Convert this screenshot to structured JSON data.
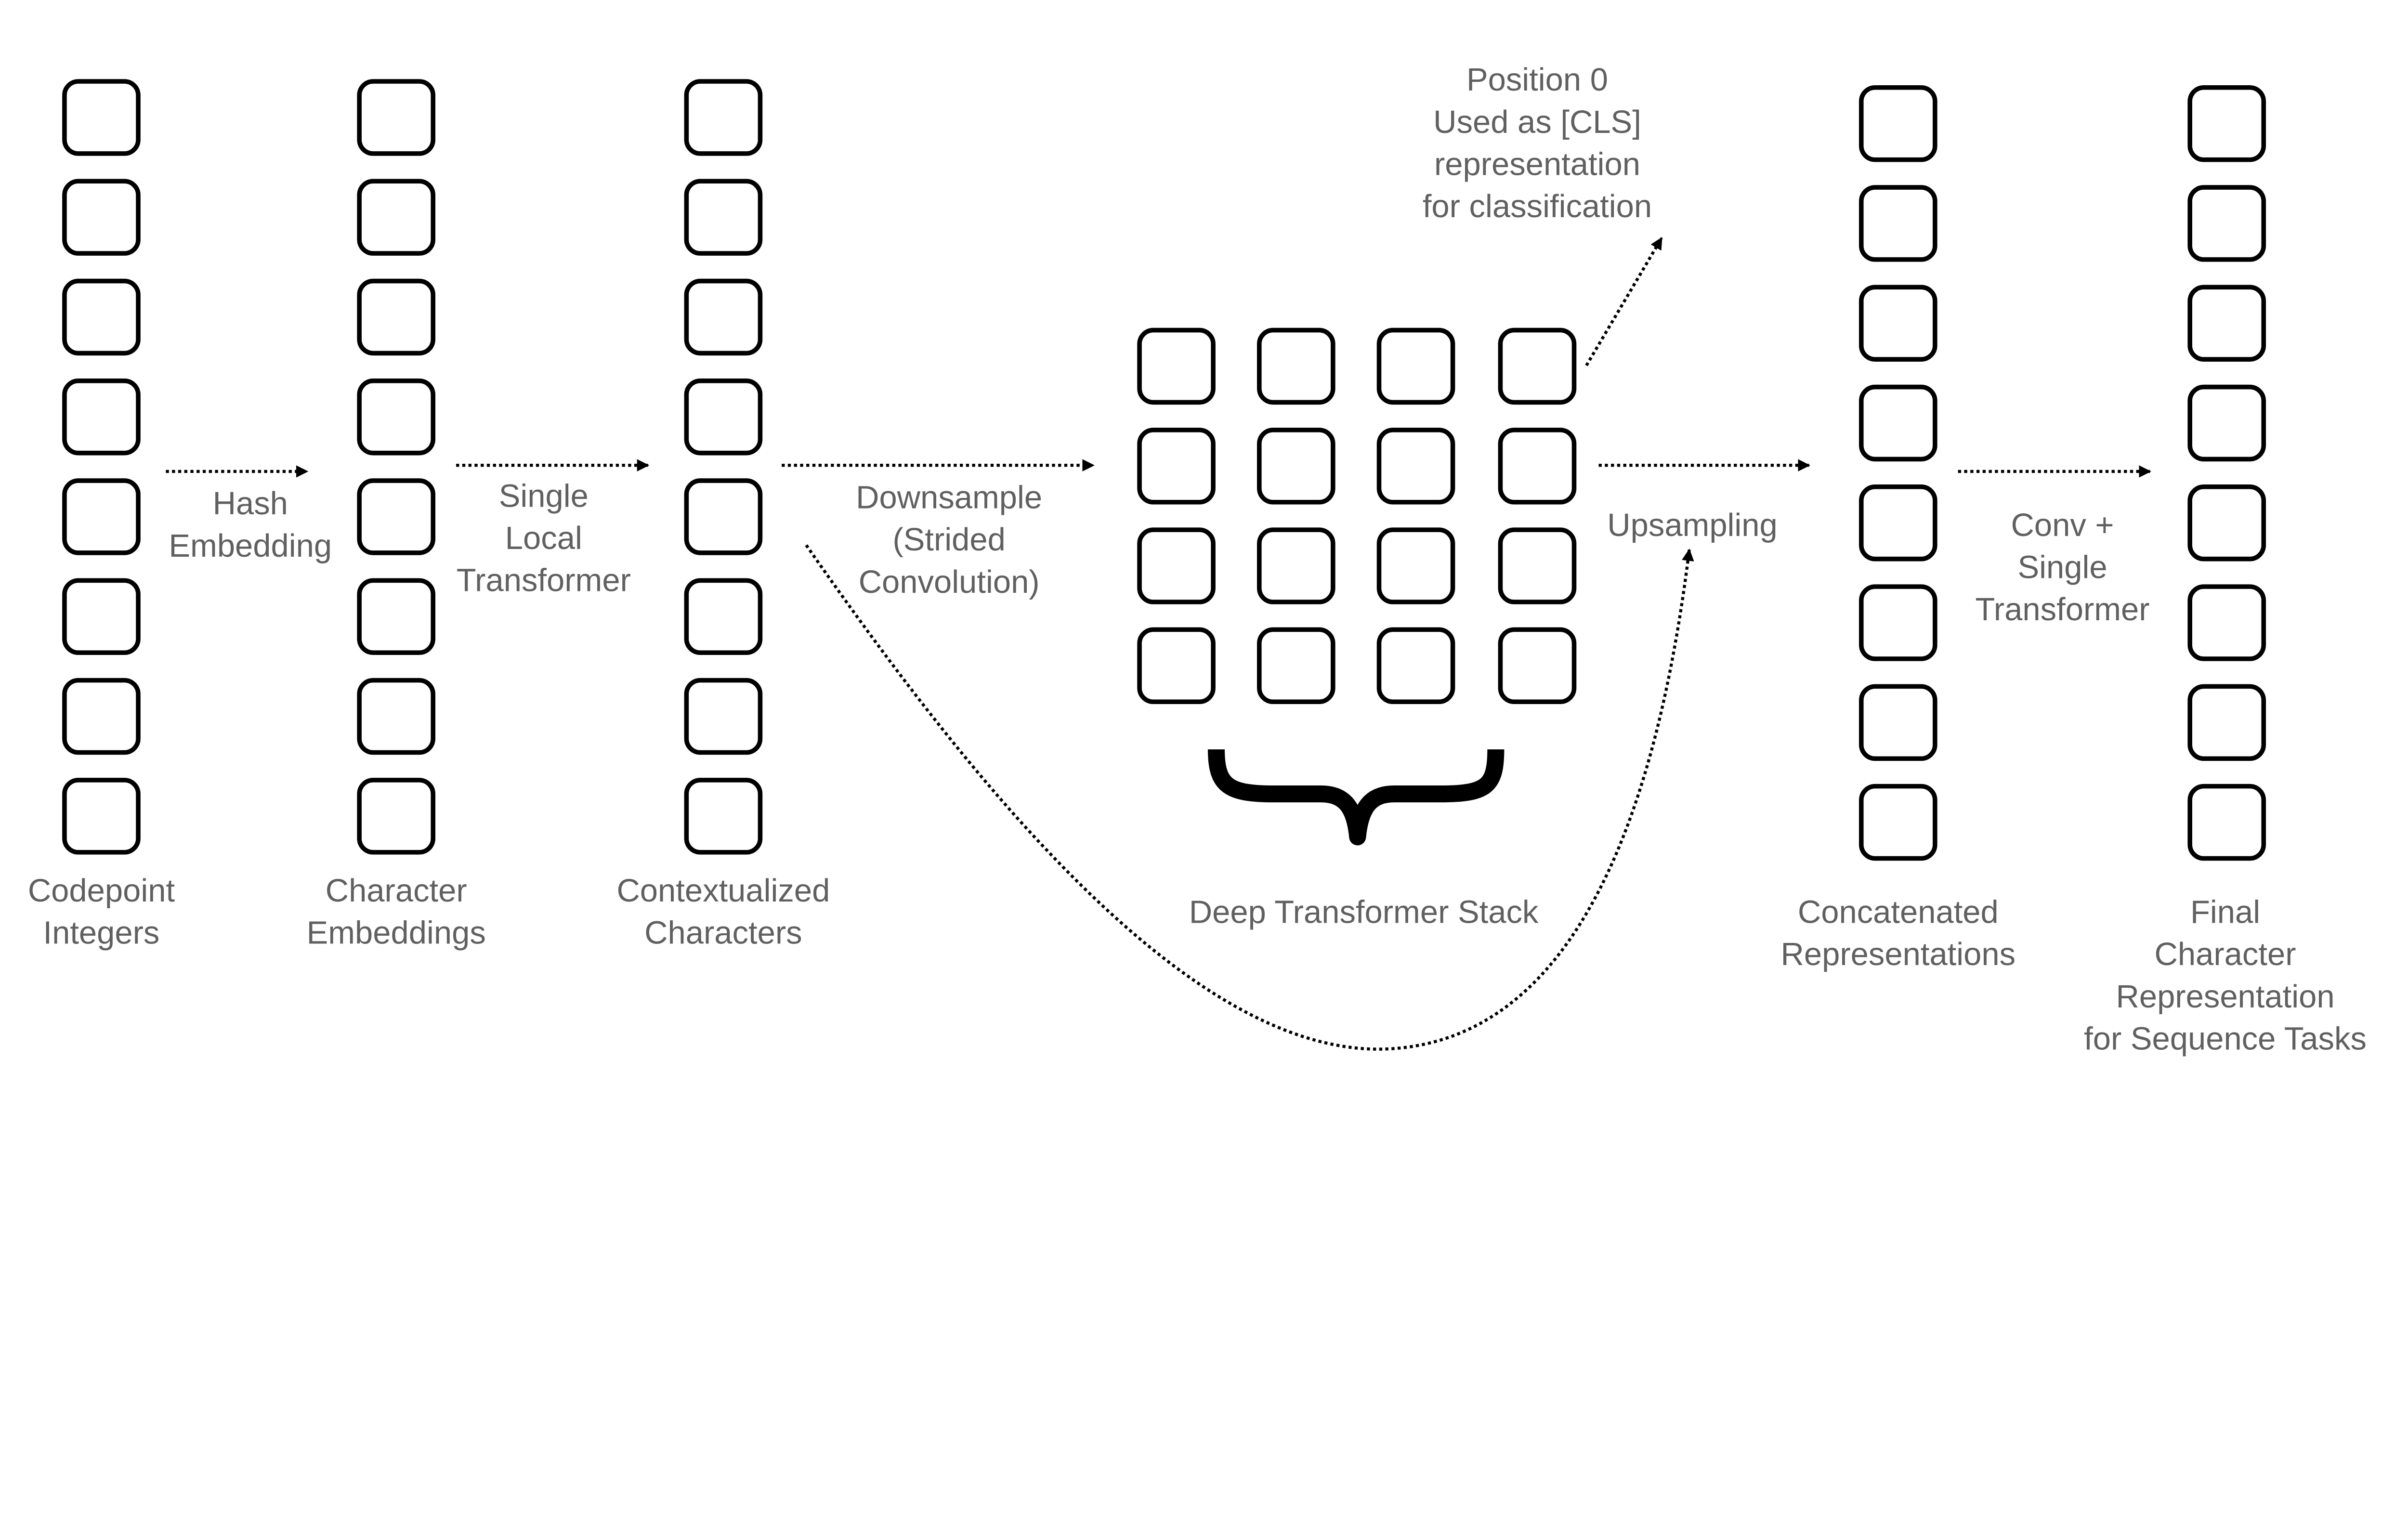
{
  "columns": [
    {
      "label_lines": [
        "Codepoint",
        "Integers"
      ]
    },
    {
      "label_lines": [
        "Character",
        "Embeddings"
      ]
    },
    {
      "label_lines": [
        "Contextualized",
        "Characters"
      ]
    },
    {
      "label_lines": [
        "Concatenated",
        "Representations"
      ]
    },
    {
      "label_lines": [
        "Final",
        "Character",
        "Representation",
        "for Sequence Tasks"
      ]
    }
  ],
  "arrows": [
    {
      "label_lines": [
        "Hash",
        "Embedding"
      ]
    },
    {
      "label_lines": [
        "Single",
        "Local",
        "Transformer"
      ]
    },
    {
      "label_lines": [
        "Downsample",
        "(Strided",
        "Convolution)"
      ]
    },
    {
      "label_lines": [
        "Upsampling"
      ]
    },
    {
      "label_lines": [
        "Conv +",
        "Single",
        "Transformer"
      ]
    }
  ],
  "cls_note_lines": [
    "Position 0",
    "Used as [CLS]",
    "representation",
    "for classification"
  ],
  "stack_label": "Deep Transformer Stack",
  "colors": {
    "text": "#606060",
    "stroke": "#000000"
  }
}
